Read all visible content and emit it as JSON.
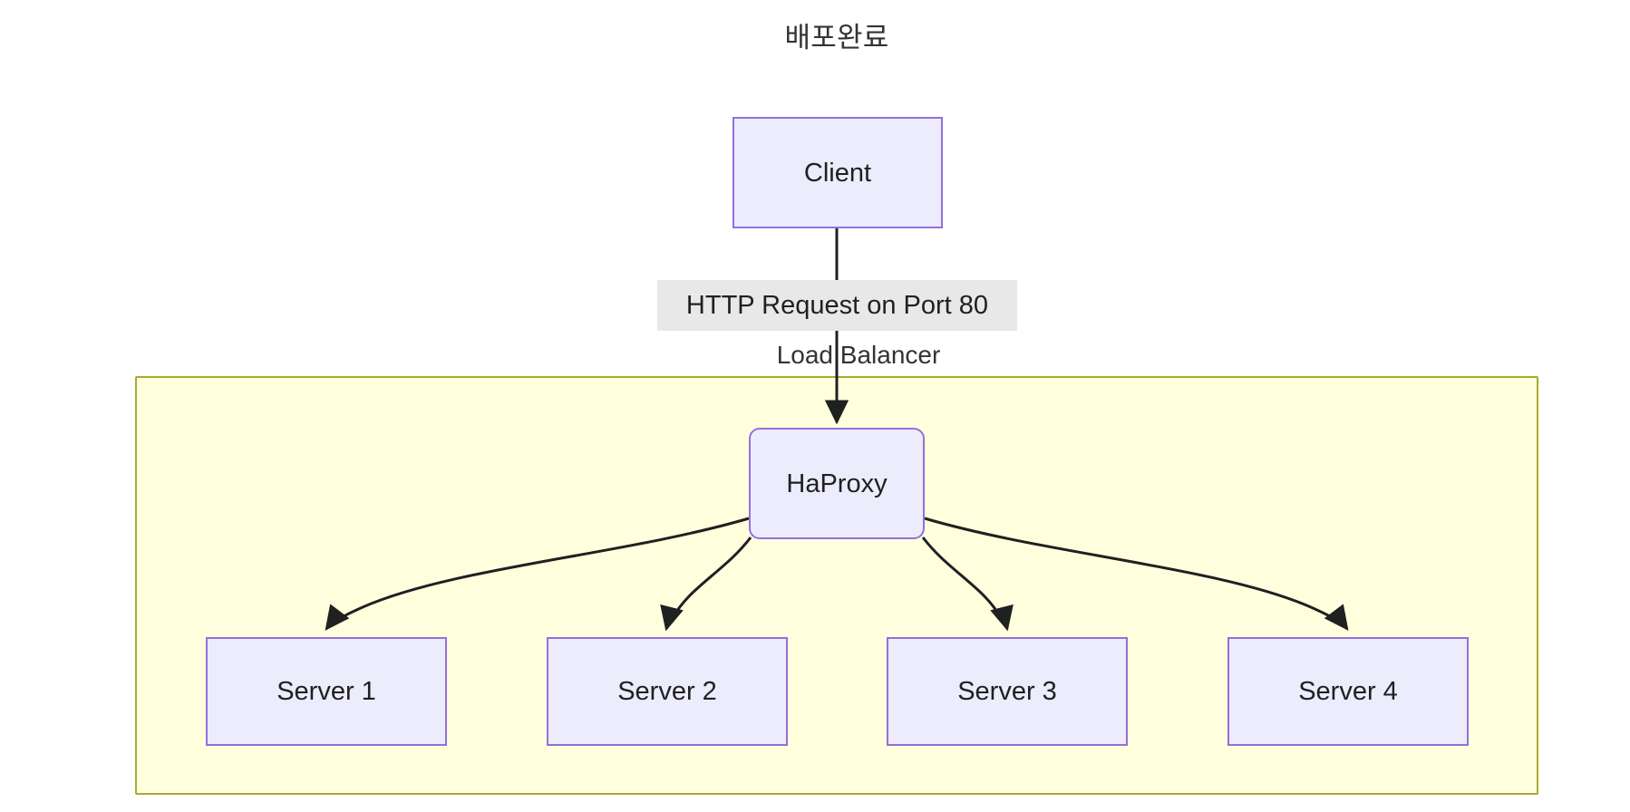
{
  "diagram": {
    "title": "배포완료",
    "background_color": "#ffffff",
    "node_fill": "#ececfd",
    "node_stroke": "#9370db",
    "cluster_fill": "#ffffde",
    "cluster_stroke": "#aaaa33",
    "edge_stroke": "#1f2020",
    "edge_label_background": "#e8e8e8"
  },
  "nodes": {
    "client": {
      "label": "Client"
    },
    "haproxy": {
      "label": "HaProxy"
    },
    "server1": {
      "label": "Server 1"
    },
    "server2": {
      "label": "Server 2"
    },
    "server3": {
      "label": "Server 3"
    },
    "server4": {
      "label": "Server 4"
    }
  },
  "cluster": {
    "load_balancer": {
      "label": "Load Balancer"
    }
  },
  "edges": {
    "client_to_haproxy": {
      "label": "HTTP Request on Port 80"
    },
    "haproxy_to_server1": {
      "label": ""
    },
    "haproxy_to_server2": {
      "label": ""
    },
    "haproxy_to_server3": {
      "label": ""
    },
    "haproxy_to_server4": {
      "label": ""
    }
  }
}
